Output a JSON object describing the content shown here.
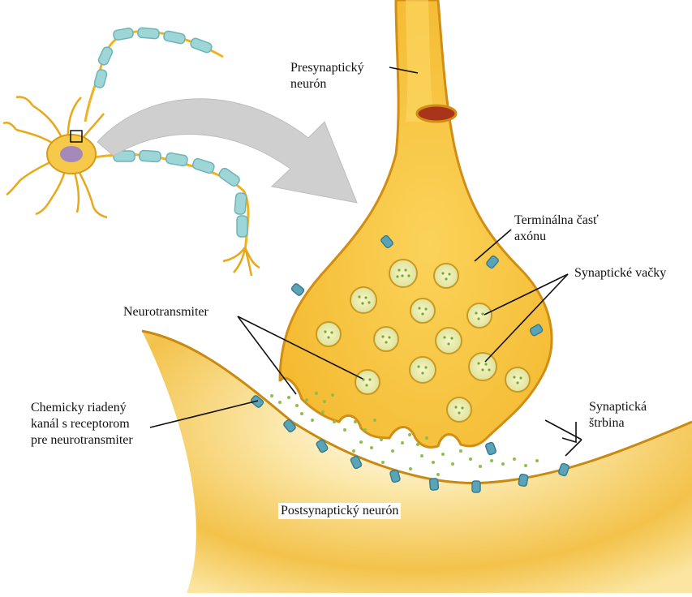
{
  "labels": {
    "presynaptic": [
      "Presynaptický",
      "neurón"
    ],
    "axon_terminal": [
      "Terminálna časť",
      "axónu"
    ],
    "vesicles": "Synaptické vačky",
    "neurotransmitter": "Neurotransmiter",
    "channel": [
      "Chemicky riadený",
      "kanál s receptorom",
      "pre neurotransmiter"
    ],
    "cleft": [
      "Synaptická",
      "štrbina"
    ],
    "postsynaptic": "Postsynaptický neurón"
  },
  "colors": {
    "membrane_yellow": "#f2b21e",
    "cell_body": "#f6c94a",
    "terminal_fill": "#f8c63a",
    "myelin": "#9ed6d8",
    "node": "#e8b51d",
    "receptor": "#5ba4b8",
    "vesicle_green": "#7ab83a",
    "arrow_gray": "#c9c9c9"
  }
}
